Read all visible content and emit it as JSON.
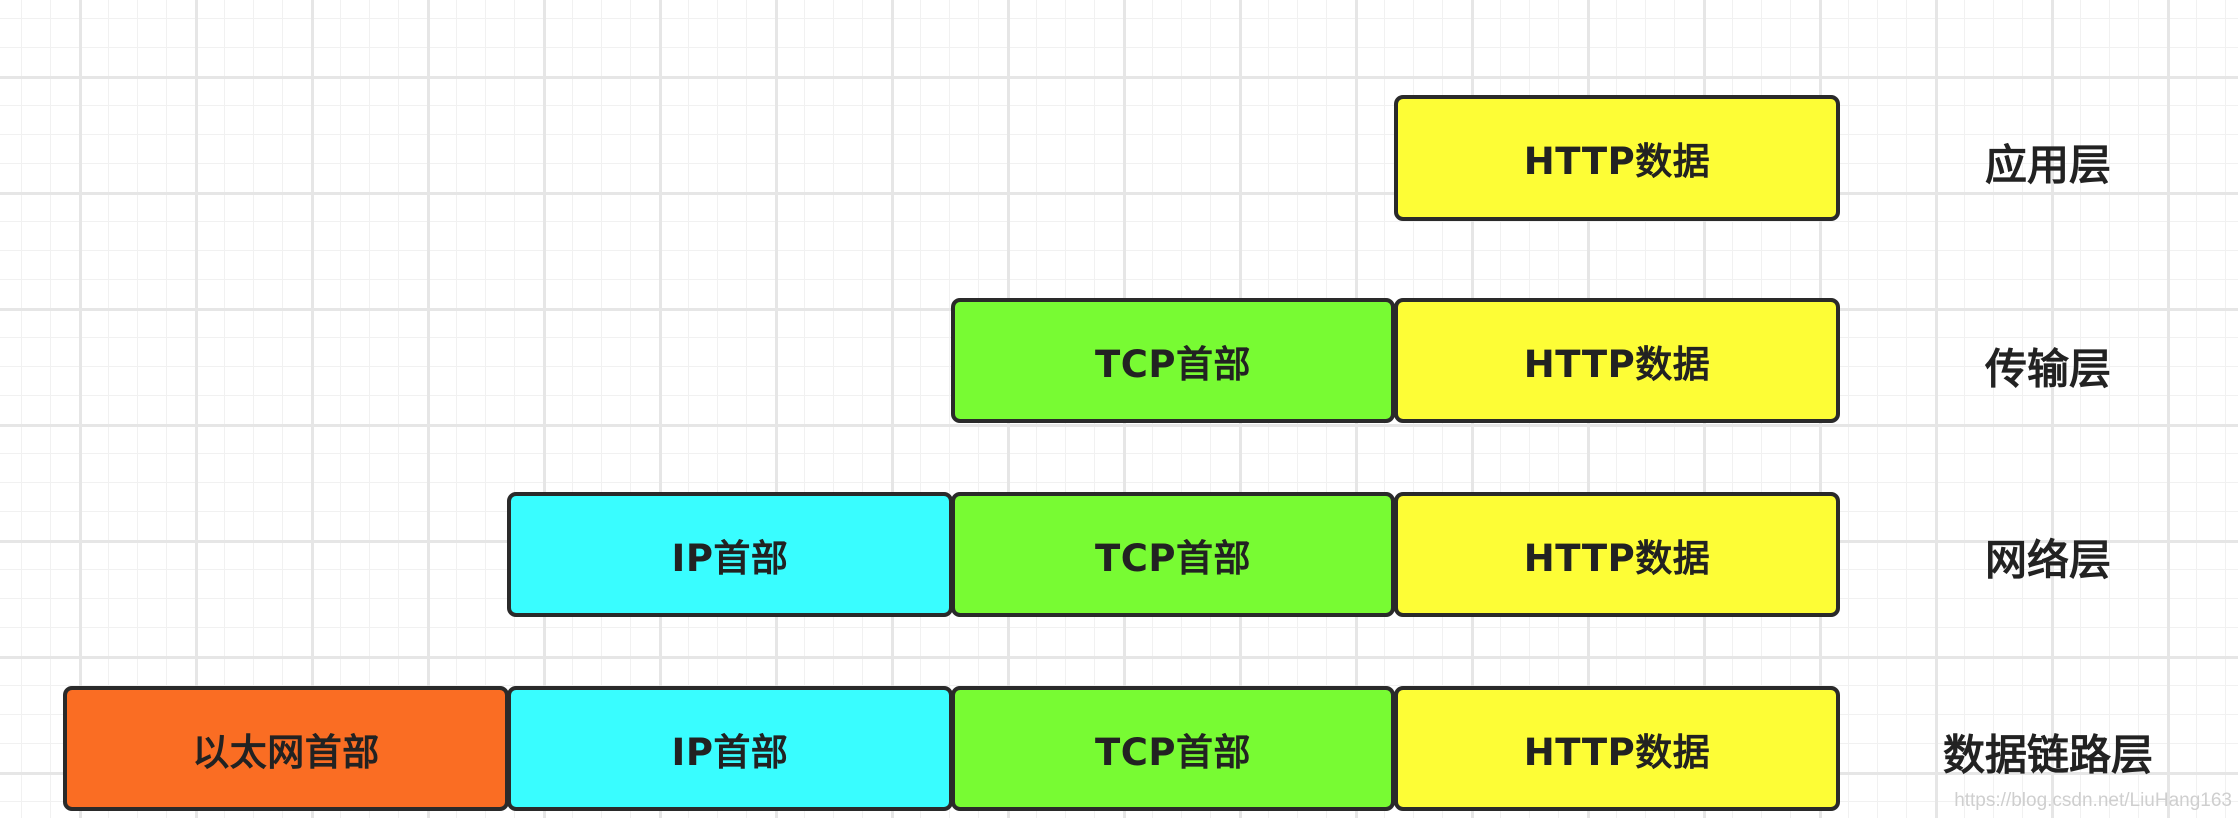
{
  "colors": {
    "ethernet": "#fa6d23",
    "ip": "#39fdff",
    "tcp": "#78fb33",
    "http": "#fdfd36",
    "border": "#2a2a2a",
    "grid": "#e6e6e6"
  },
  "rows": {
    "application": {
      "layer_label": "应用层",
      "http_data": "HTTP数据"
    },
    "transport": {
      "layer_label": "传输层",
      "tcp_header": "TCP首部",
      "http_data": "HTTP数据"
    },
    "network": {
      "layer_label": "网络层",
      "ip_header": "IP首部",
      "tcp_header": "TCP首部",
      "http_data": "HTTP数据"
    },
    "data_link": {
      "layer_label": "数据链路层",
      "ethernet_header": "以太网首部",
      "ip_header": "IP首部",
      "tcp_header": "TCP首部",
      "http_data": "HTTP数据"
    }
  },
  "watermark": "https://blog.csdn.net/LiuHang163"
}
